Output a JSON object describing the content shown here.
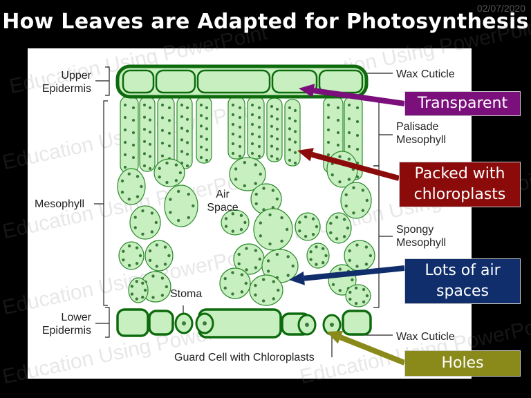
{
  "date": "02/07/2020",
  "title": "How Leaves are Adapted for Photosynthesis",
  "watermark": "Education Using PowerPoint",
  "labels": {
    "upper_epidermis": [
      "Upper",
      "Epidermis"
    ],
    "wax_cuticle_top": "Wax Cuticle",
    "palisade_mesophyll": [
      "Palisade",
      "Mesophyll"
    ],
    "mesophyll": "Mesophyll",
    "air_space": [
      "Air",
      "Space"
    ],
    "spongy_mesophyll": [
      "Spongy",
      "Mesophyll"
    ],
    "stoma": "Stoma",
    "lower_epidermis": [
      "Lower",
      "Epidermis"
    ],
    "wax_cuticle_bottom": "Wax Cuticle",
    "guard_cell": "Guard Cell with Chloroplasts"
  },
  "callouts": {
    "transparent": {
      "text": "Transparent",
      "color": "#7b0f7b"
    },
    "packed": {
      "line1": "Packed with",
      "line2": "chloroplasts",
      "color": "#8b0a0a"
    },
    "air_spaces": {
      "line1": "Lots of air",
      "line2": "spaces",
      "color": "#0f2e6b"
    },
    "holes": {
      "text": "Holes",
      "color": "#8a8a1a"
    }
  },
  "colors": {
    "cell_fill": "#c8efc0",
    "cell_stroke": "#2a8a2a",
    "chloroplast": "#3a7a3a",
    "epidermis_stroke": "#0d6b0d"
  }
}
